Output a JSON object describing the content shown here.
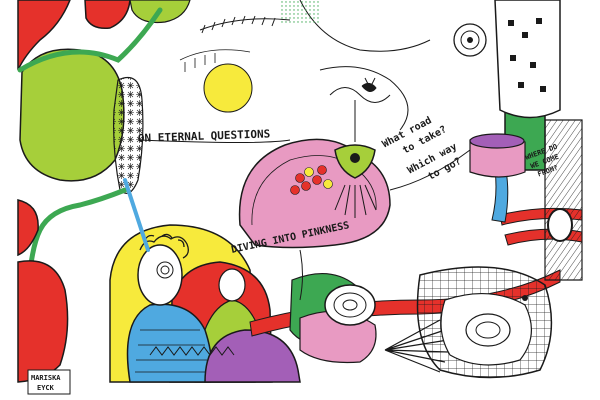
{
  "artwork": {
    "texts": {
      "eternal_questions": "ON ETERNAL QUESTIONS",
      "diving": "DIVING INTO PINKNESS",
      "road_line1": "What road",
      "road_line2": "to take?",
      "road_line3": "Which way",
      "road_line4": "to go?",
      "where_line1": "WHERE DO",
      "where_line2": "WE COME",
      "where_line3": "FROM?",
      "signature_line1": "MARISKA",
      "signature_line2": "EYCK"
    },
    "colors": {
      "red": "#e5312b",
      "lime": "#a6cf3a",
      "yellow": "#f7ea3c",
      "pink": "#e89ac2",
      "blue": "#4fa9e0",
      "purple": "#a35fb7",
      "green": "#3da852",
      "ink": "#1a1a1a"
    }
  }
}
